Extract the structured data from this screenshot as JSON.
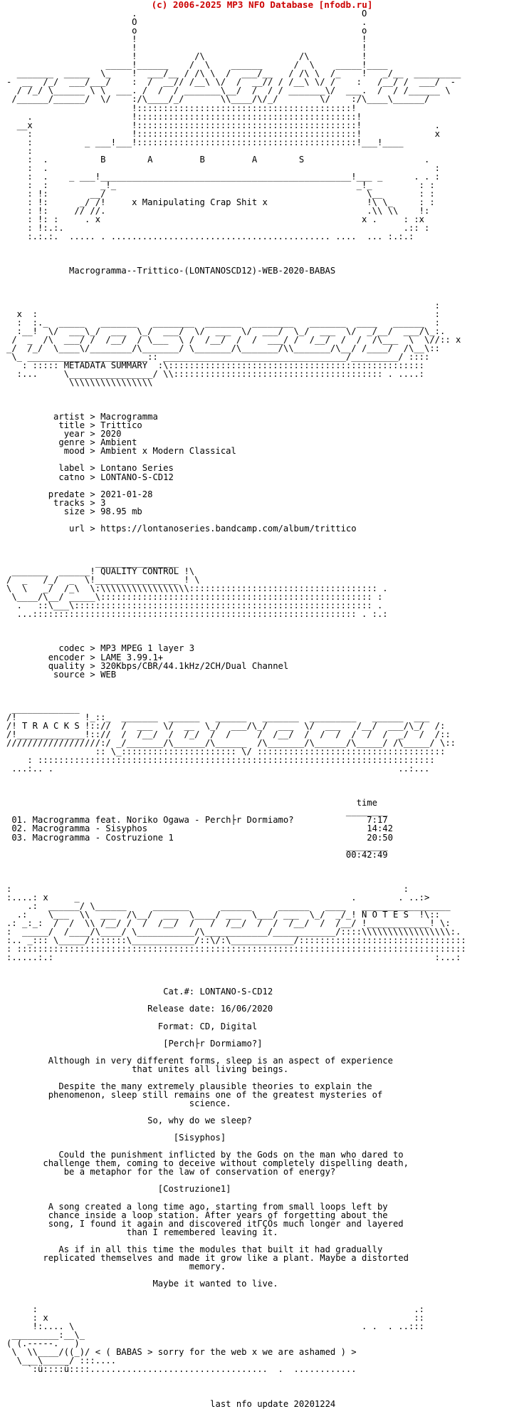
{
  "header": {
    "site_link": "(c) 2006-2025 MP3 NFO Database [nfodb.ru]"
  },
  "nfo": {
    "logo_art": "                        .                                           O\n                        O                                           .\n                        o                                           o\n                        !                                           !\n                        !                                           !\n                        !           /\\                  /\\          !\n                   _____!______    /  \\    ______      /  \\    _____!____\n  _______  _____  \\_    !  ___/__ / /\\ \\  /  ___/__   / /\\ \\  /_    !   _/__  _________\n-  __  /_/  ___/___/    :  /  __// /__\\ \\/  /  __// / /__\\ \\/ /    :   /__/ /  ___/  -\n  / /_/ \\______ \\ \\  ___. /  /  / _______\\__/  /  / / _______\\/  ___.  /  / /______ \\\n /______/______/  \\/    :/\\____/_/       \\\\____/\\/_/        \\/    :/\\____\\______/\n                        !:::::::::::::::::::::::::::::::::::::::::!\n    .                   !::::::::::::::::::::::::::::::::::::::::::!\n  __x                   !::::::::::::::::::::::::::::::::::::::::::!              .\n    :                   !::::::::::::::::::::::::::::::::::::::::::!              x\n    :          _ ___!___!::::::::::::::::::::::::::::::::::::::::::!___!____\n    :\n    :  .          B        A         B         A        S                       .\n    :  .                                                                          :\n    :  .    _ ___!________________________________________________!___ _      . . :\n    :  :          _!_                                              _!_         : :\n    : !:        __/                                                  \\__       : :\n    : !:      _/ /!     x Manipulating Crap Shit x                   !\\ \\_     : :\n    : !:     // //.                                                  .\\\\ \\\\    !:\n    : !: :     . x                                                  x .     : :x\n    : !:.:.                                                                 .:: :\n    :.:.:.  ..... . .......................................... ....  ... :.:.:",
    "release_name": "Macrogramma--Trittico-(LONTANOSCD12)-WEB-2020-BABAS",
    "metadata_logo": "                                                                                  :\n  x  :                                                                            :\n  :  :._  _____   _______   ________  _______  ________   _______  ____   ______  :\n  :__!  \\/  ___\\_/  ___  \\_/  ___/  \\/  ___  \\/  ___/  \\_/  ___  \\/  _/__/  ___/\\_:.\n /  _  /\\  ___/ /  /__/  / \\___  \\ /  /__/  /  /  ___/ /  /__/  /  /  /\\___  \\  \\//:: x\n_/  /_/  \\____\\/________/\\_______/ \\_______/\\_______/\\\\_______/\\__/ /____/  /\\__\\::\n \\_ _______________________:: ___________________________________/_________/ ::::\n   : ::::: METADATA SUMMARY  :\\:::::::::::::::::::::::::::::::::::::::::::::::::\n  :...     \\________________/ \\\\:::::::::::::::::::::::::::::::::::::::: . ....:\n            \\\\\\\\\\\\\\\\\\\\\\\\\\\\\\\\",
    "metadata": "         artist > Macrogramma\n          title > Trittico\n           year > 2020\n          genre > Ambient\n           mood > Ambient x Modern Classical\n\n          label > Lontano Series\n          catno > LONTANO-S-CD12\n\n        predate > 2021-01-28\n         tracks > 3\n           size > 98.95 mb\n\n            url > https://lontanoseries.bandcamp.com/album/trittico",
    "quality_logo": "                 ________________\n _______  ______! QUALITY CONTROL !\\\n/  _   /_/  _  \\!________________ ! \\\n\\  \\   _/  /_\\  \\:\\\\\\\\\\\\\\\\\\\\\\\\\\\\\\\\\\:::::::::::::::::::::::::::::::::::: .\n \\____/\\__/ _____\\:::::::::::::::::::::::::::::::::::::::::::::::::::: :\n  .   ::\\___\\::::::::::::::::::::::::::::::::::::::::::::::::::::::::: .\n  ...:::::::::::::::::::::::::::::::::::::::::::::::::::::::::::::: . :.:",
    "quality": "          codec > MP3 MPEG 1 layer 3\n        encoder > LAME 3.99.1+\n        quality > 320Kbps/CBR/44.1kHz/2CH/Dual Channel\n         source > WEB",
    "tracks_logo": " _____________\n/!             !_::_  _______  ______   ______   _______  _________   ______  ___\n/! T R A C K S !:://  /  ___  \\/  __  \\_/  ___/\\_/  ___  \\/  ___   /__/  ___/\\_/  /:\n/!_____________!:://  /  /__/  /  /_/  /  /     /  /__/  /  /  /  /  /  /  _/  /  /::\n//////////////////:/ _/_______/\\______/\\______  /\\_______/\\______/\\_____/ /\\_____/ \\::\n                 :: \\_:::::::::::::::::::::: \\/ ::::::::::::::::::::::::::::::::::::\n    : ::::::::::::::::::::::::::::::::::::::::::::::::::::::::::::::::::::::::::::\n ...:.. .                                                                  ..:...",
    "tracklist": "                                                                   time\n                                                                 ________\n 01. Macrogramma feat. Noriko Ogawa - Perch├r Dormiamo?              7:17\n 02. Macrogramma - Sisyphos                                          14:42\n 03. Macrogramma - Costruzione 1                                     20:50\n                                                                 ________\n                                                                 00:42:49",
    "notes_logo": ":                                                                           :\n:....: x     _                                                    .        . ..:>\n    .:  ______/ \\______     _______      ______     ______   ____   _________________\n  .:    \\___  \\\\  ___  /\\__/  ___  \\____/ ___  \\___/ ___  \\_/  _/_! N O T E S  !\\::\n.: _:_:  /  /  \\\\ /__/ /  /  /__/  /   /  /__/  /  /  /__/  /  /__/ !____________! \\:\n:  _____/  /____/\\____/ \\___________/\\____________/____________/::::\\\\\\\\\\\\\\\\\\\\\\\\\\\\\\\\\\:.\n:.. _::: \\_____/:::::::\\____________/::\\/:\\____________/::::::::::::::::::::::::::::::::\n: ::::::::::::::::::::::::::::::::::::::::::::::::::::::::::::::::::::::::::::::::::::::\n:.....:.:                                                                         :...:",
    "notes_body": "                              Cat.#: LONTANO-S-CD12\n\n                           Release date: 16/06/2020\n\n                             Format: CD, Digital\n\n                              [Perch├r Dormiamo?]\n\n        Although in very different forms, sleep is an aspect of experience\n                        that unites all living beings.\n\n          Despite the many extremely plausible theories to explain the\n        phenomenon, sleep still remains one of the greatest mysteries of\n                                   science.\n\n                           So, why do we sleep?\n\n                                [Sisyphos]\n\n          Could the punishment inflicted by the Gods on the man who dared to\n       challenge them, coming to deceive without completely dispelling death,\n           be a metaphor for the law of conservation of energy?\n\n                             [Costruzione1]\n\n        A song created a long time ago, starting from small loops left by\n        chance inside a loop station. After years of forgetting about the\n        song, I found it again and discovered itΓÇÖs much longer and layered\n                       than I remembered leaving it.\n\n          As if in all this time the modules that built it had gradually\n       replicated themselves and made it grow like a plant. Maybe a distorted\n                                   memory.\n\n                            Maybe it wanted to live.",
    "footer_art": "\n     :                                                                        .:\n     : x                                                                      ::\n     !:.... \\                                                       . .  . ..:::\n _________:__\\_\n( (.-----.   )                                                            \n \\  \\\\____/((_)/ < ( BABAS > sorry for the web x we are ashamed ) >\n  \\___\\_____/ :::....\n    `:ü::::ü::::..................................  .  ............",
    "last_update": "                                       last nfo update 20201224"
  }
}
